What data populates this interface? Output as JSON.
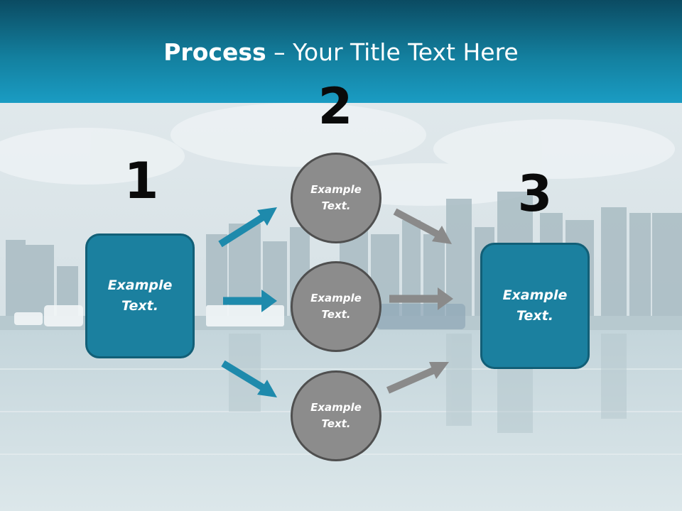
{
  "title": {
    "bold": "Process",
    "rest": " – Your Title Text Here"
  },
  "numbers": {
    "n1": "1",
    "n2": "2",
    "n3": "3"
  },
  "box_left": {
    "label": "Example Text."
  },
  "box_right": {
    "label": "Example Text."
  },
  "circles": [
    {
      "label": "Example Text."
    },
    {
      "label": "Example Text."
    },
    {
      "label": "Example Text."
    }
  ],
  "colors": {
    "teal": "#1b809f",
    "teal_dark": "#125f77",
    "arrow_teal": "#1e8aac",
    "gray": "#8c8c8c",
    "arrow_gray": "#8a8a8a"
  }
}
